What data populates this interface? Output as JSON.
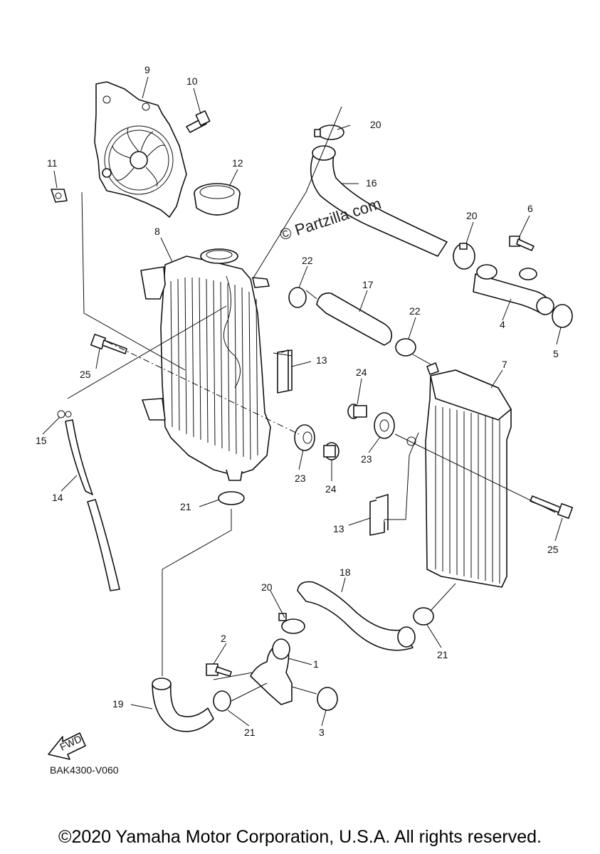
{
  "watermark": "© Partzilla.com",
  "diagram_code": "BAK4300-V060",
  "fwd_label": "FWD",
  "copyright": "©2020 Yamaha Motor Corporation, U.S.A. All rights reserved.",
  "callouts": {
    "c1": "1",
    "c2": "2",
    "c3": "3",
    "c4": "4",
    "c5": "5",
    "c6": "6",
    "c7": "7",
    "c8": "8",
    "c9": "9",
    "c10": "10",
    "c11": "11",
    "c12": "12",
    "c13a": "13",
    "c13b": "13",
    "c14": "14",
    "c15": "15",
    "c16": "16",
    "c17": "17",
    "c18": "18",
    "c19": "19",
    "c20a": "20",
    "c20b": "20",
    "c20c": "20",
    "c21a": "21",
    "c21b": "21",
    "c21c": "21",
    "c22a": "22",
    "c22b": "22",
    "c23a": "23",
    "c23b": "23",
    "c24a": "24",
    "c24b": "24",
    "c25a": "25",
    "c25b": "25"
  }
}
